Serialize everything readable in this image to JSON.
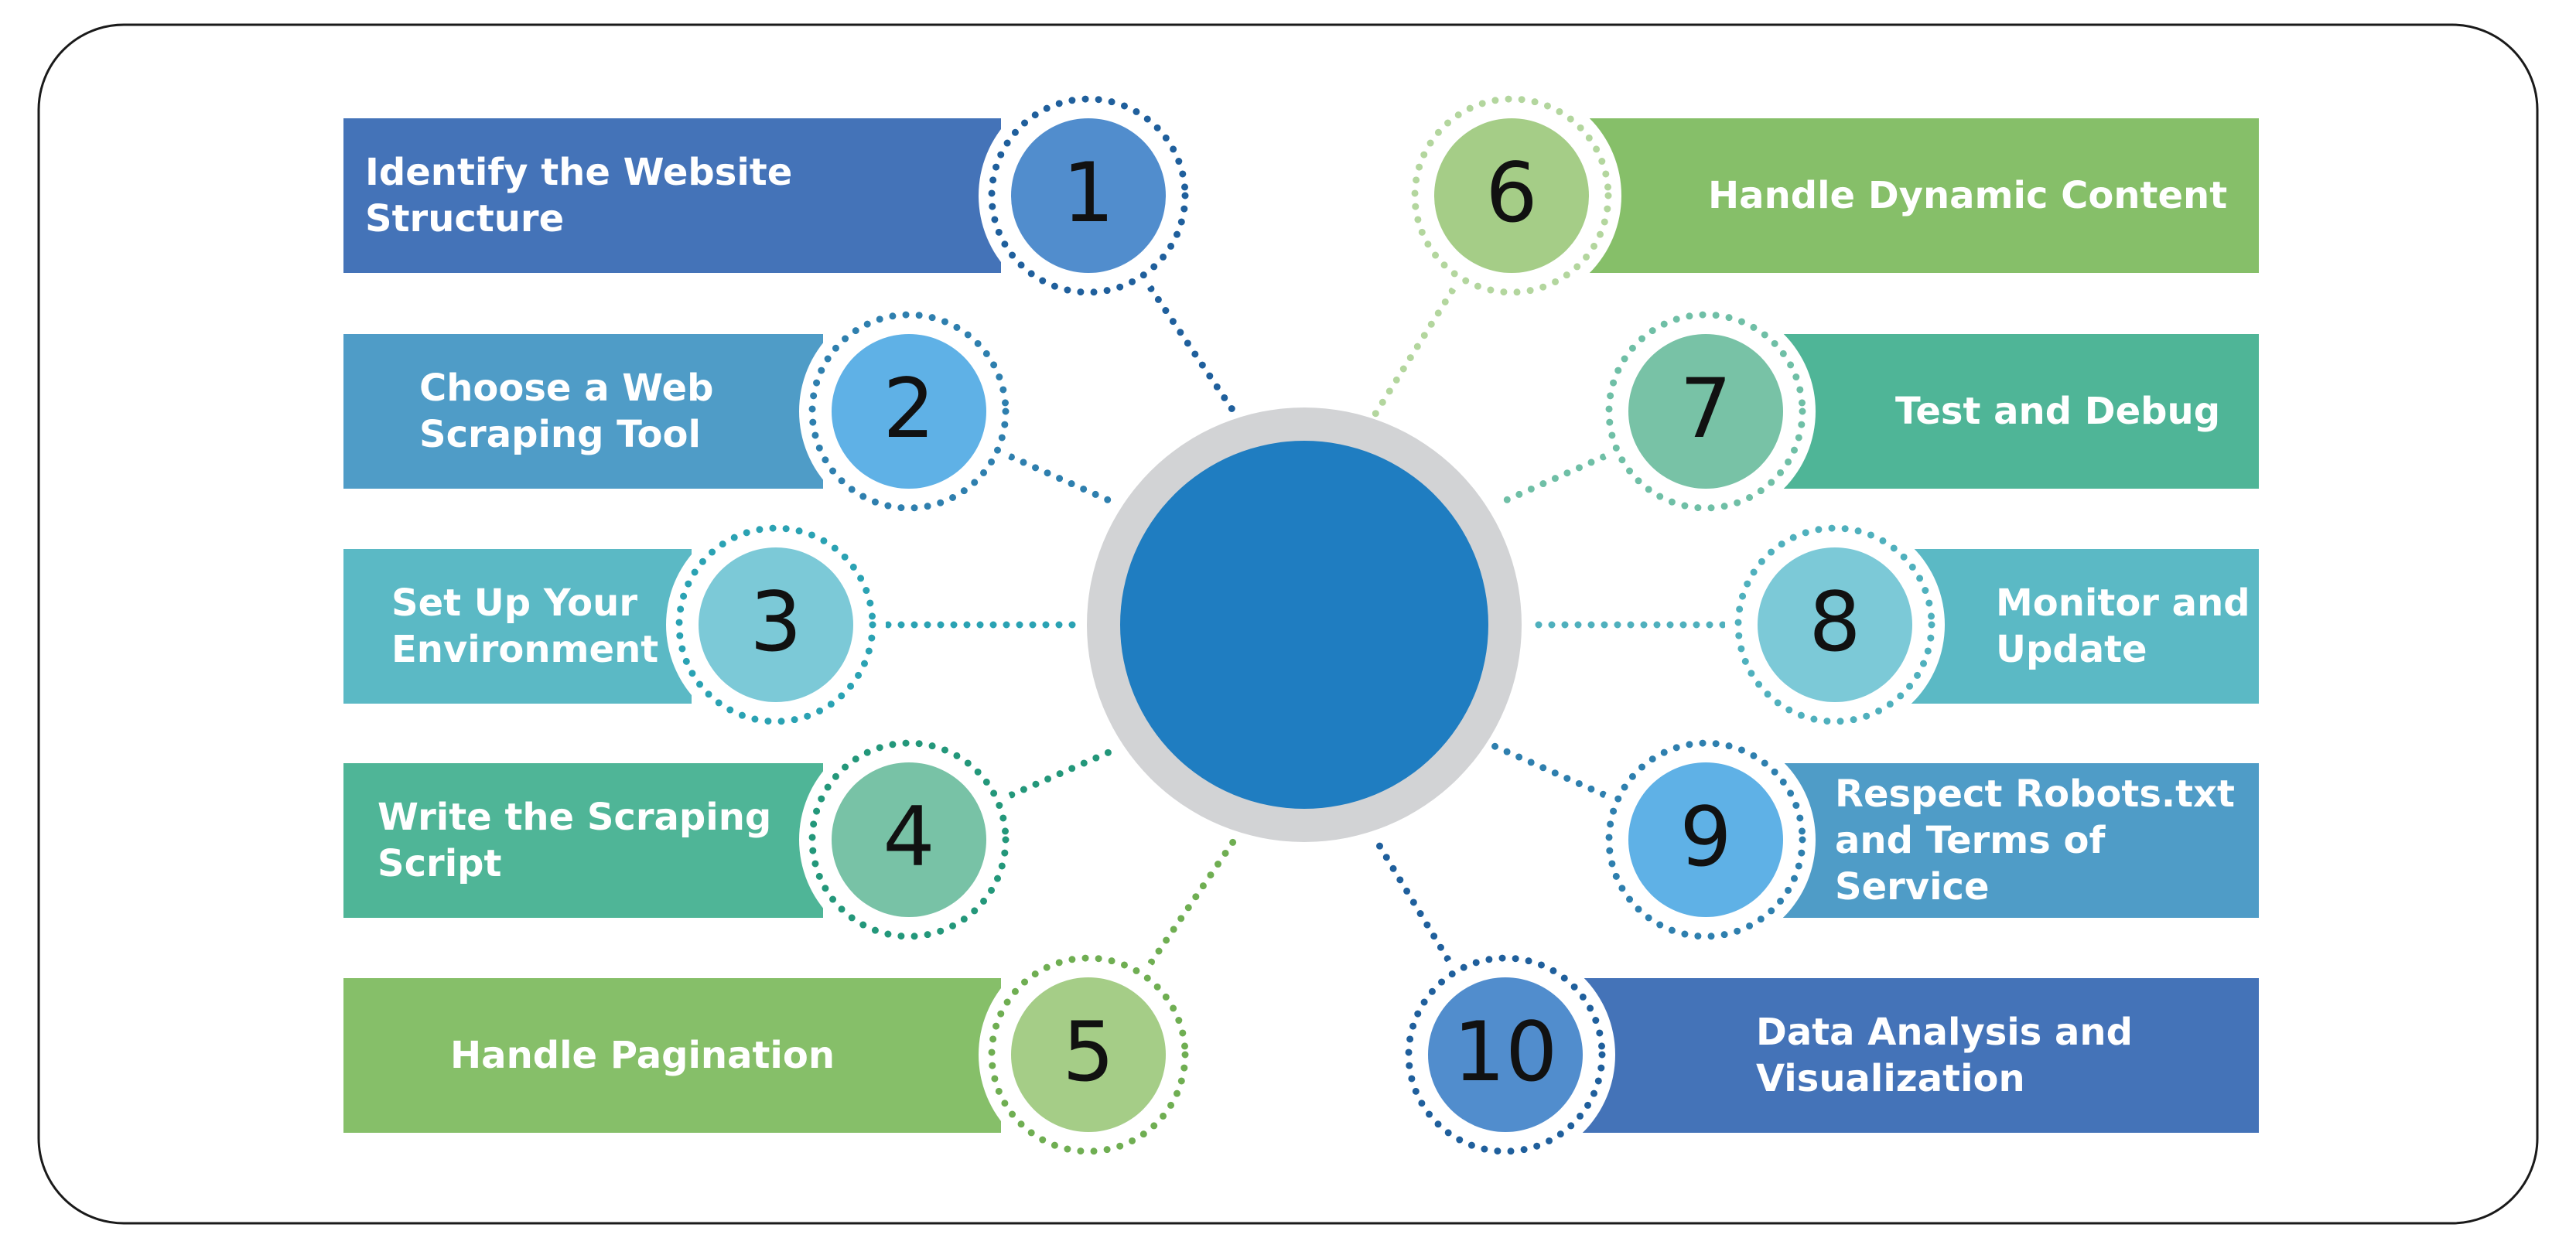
{
  "steps": [
    {
      "number": "1",
      "label": "Identify the Website Structure",
      "bar_color": "#4473b8",
      "circle_color": "#518dcd",
      "dot_color": "#1f5f9c"
    },
    {
      "number": "2",
      "label": "Choose a Web\nScraping Tool",
      "bar_color": "#4f9cc7",
      "circle_color": "#5fb1e6",
      "dot_color": "#2e7fae"
    },
    {
      "number": "3",
      "label": "Set Up Your\nEnvironment",
      "bar_color": "#5bb9c5",
      "circle_color": "#7cc9d7",
      "dot_color": "#2aa2b3"
    },
    {
      "number": "4",
      "label": "Write the Scraping\nScript",
      "bar_color": "#4fb597",
      "circle_color": "#78c2a6",
      "dot_color": "#23977a"
    },
    {
      "number": "5",
      "label": "Handle Pagination",
      "bar_color": "#86bf69",
      "circle_color": "#a5cd87",
      "dot_color": "#6fae52"
    },
    {
      "number": "6",
      "label": "Handle Dynamic Content",
      "bar_color": "#86bf69",
      "circle_color": "#a5cd87",
      "dot_color": "#b3d69e"
    },
    {
      "number": "7",
      "label": "Test and Debug",
      "bar_color": "#4fb597",
      "circle_color": "#78c2a6",
      "dot_color": "#6fbfa6"
    },
    {
      "number": "8",
      "label": "Monitor and\nUpdate",
      "bar_color": "#5bb9c5",
      "circle_color": "#7cc9d7",
      "dot_color": "#4fb0bd"
    },
    {
      "number": "9",
      "label": "Respect Robots.txt\nand Terms of Service",
      "bar_color": "#4f9cc7",
      "circle_color": "#5fb1e6",
      "dot_color": "#2e7fae"
    },
    {
      "number": "10",
      "label": "Data Analysis and\nVisualization",
      "bar_color": "#4473b8",
      "circle_color": "#518dcd",
      "dot_color": "#1f5f9c"
    }
  ],
  "hub": {
    "fill_color": "#1f7dc1",
    "ring_color": "#d2d3d5"
  },
  "frame": {
    "border_color": "#1a1a1a"
  }
}
